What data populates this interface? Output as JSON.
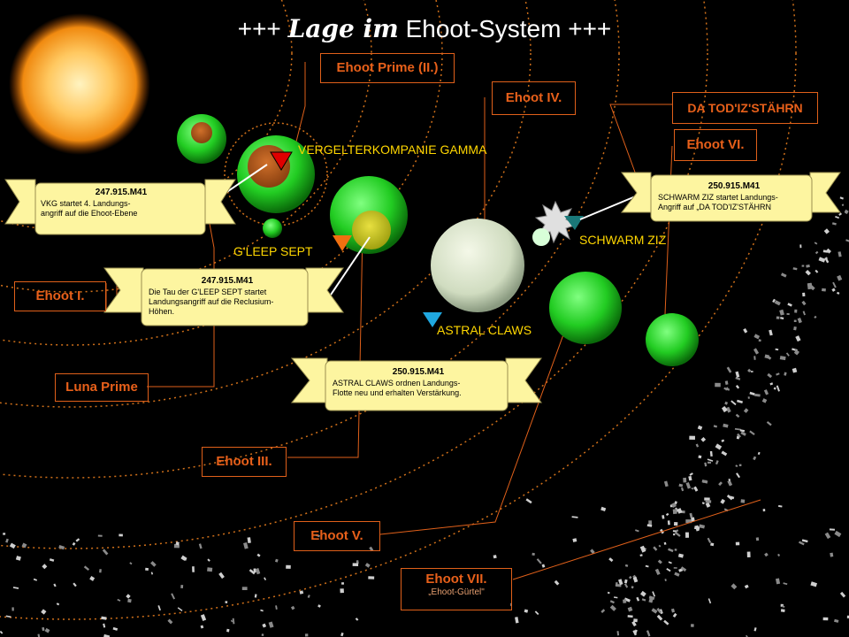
{
  "title": {
    "prefix": "+++",
    "script_word": "Lage im",
    "main": "Ehoot-System",
    "suffix": "+++"
  },
  "planet_labels": {
    "prime": "Ehoot Prime (II.)",
    "iv": "Ehoot IV.",
    "da": "DA TOD'IZ'STÄHRN",
    "vi": "Ehoot VI.",
    "i": "Ehoot I.",
    "luna": "Luna Prime",
    "iii": "Ehoot III.",
    "v": "Ehoot V.",
    "vii": "Ehoot VII.",
    "vii_sub": "„Ehoot-Gürtel\""
  },
  "units": {
    "vkg": "VERGELTERKOMPANIE GAMMA",
    "gleep": "G'LEEP SEPT",
    "astral": "ASTRAL CLAWS",
    "ziz": "SCHWARM ZIZ"
  },
  "scrolls": {
    "s1": {
      "date": "247.915.M41",
      "text1": "VKG startet 4. Landungs-",
      "text2": "angriff auf die Ehoot-Ebene"
    },
    "s2": {
      "date": "247.915.M41",
      "text1": "Die Tau der G'LEEP  SEPT  startet",
      "text2": "Landungsangriff auf die Reclusium-",
      "text3": "Höhen."
    },
    "s3": {
      "date": "250.915.M41",
      "text1": "ASTRAL CLAWS ordnen Landungs-",
      "text2": "Flotte neu und erhalten Verstärkung."
    },
    "s4": {
      "date": "250.915.M41",
      "text1": "SCHWARM  ZIZ startet Landungs-",
      "text2": "Angriff auf „DA TOD'IZ'STÄHRN"
    }
  },
  "colors": {
    "orbit": "#d0701a",
    "label": "#e8601a",
    "unit": "#ffd700",
    "scroll": "#fdf5a0"
  }
}
